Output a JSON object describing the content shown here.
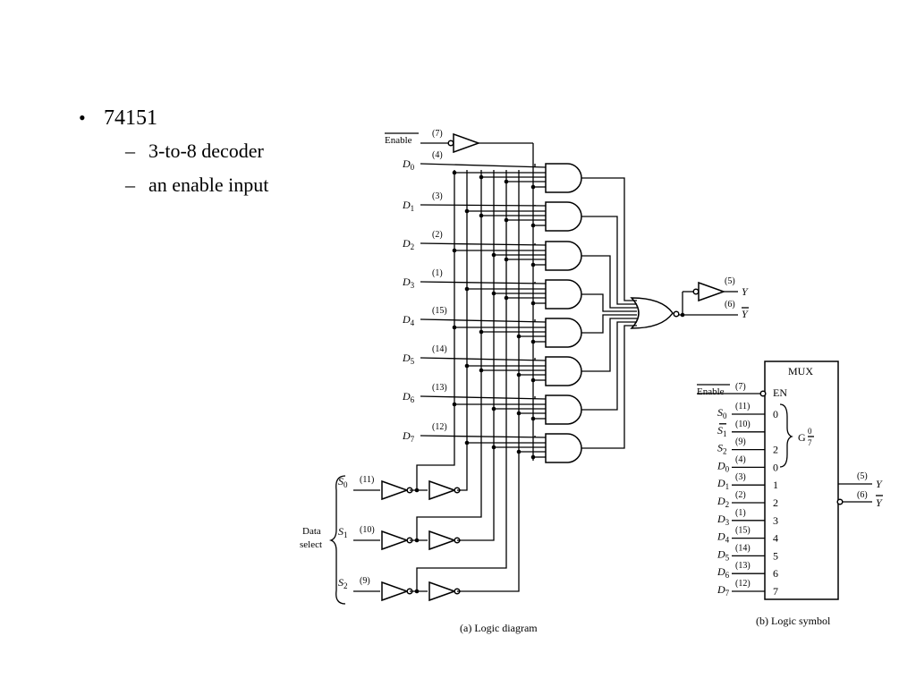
{
  "slide": {
    "title": "74151",
    "subitems": [
      "3-to-8 decoder",
      "an enable input"
    ]
  },
  "logic_diagram": {
    "enable_label": "Enable",
    "enable_pin": "(7)",
    "data_subscript_base": "D",
    "data_inputs": [
      {
        "label": "D",
        "sub": "0",
        "pin": "(4)"
      },
      {
        "label": "D",
        "sub": "1",
        "pin": "(3)"
      },
      {
        "label": "D",
        "sub": "2",
        "pin": "(2)"
      },
      {
        "label": "D",
        "sub": "3",
        "pin": "(1)"
      },
      {
        "label": "D",
        "sub": "4",
        "pin": "(15)"
      },
      {
        "label": "D",
        "sub": "5",
        "pin": "(14)"
      },
      {
        "label": "D",
        "sub": "6",
        "pin": "(13)"
      },
      {
        "label": "D",
        "sub": "7",
        "pin": "(12)"
      }
    ],
    "select_inputs": [
      {
        "label": "S",
        "sub": "0",
        "pin": "(11)"
      },
      {
        "label": "S",
        "sub": "1",
        "pin": "(10)"
      },
      {
        "label": "S",
        "sub": "2",
        "pin": "(9)"
      }
    ],
    "data_select_line1": "Data",
    "data_select_line2": "select",
    "output_y": "Y",
    "output_y_pin": "(5)",
    "output_ybar": "Y",
    "output_ybar_pin": "(6)",
    "caption": "(a) Logic diagram"
  },
  "logic_symbol": {
    "title": "MUX",
    "en_label": "EN",
    "enable_label": "Enable",
    "enable_pin": "(7)",
    "g_label": "G",
    "g_sup": "0",
    "g_sub": "7",
    "select_rows": [
      {
        "label": "S",
        "sub": "0",
        "pin": "(11)",
        "inner": "0"
      },
      {
        "label": "S",
        "sub": "1",
        "pin": "(10)",
        "inner": ""
      },
      {
        "label": "S",
        "sub": "2",
        "pin": "(9)",
        "inner": "2"
      }
    ],
    "data_rows": [
      {
        "label": "D",
        "sub": "0",
        "pin": "(4)",
        "inner": "0"
      },
      {
        "label": "D",
        "sub": "1",
        "pin": "(3)",
        "inner": "1"
      },
      {
        "label": "D",
        "sub": "2",
        "pin": "(2)",
        "inner": "2"
      },
      {
        "label": "D",
        "sub": "3",
        "pin": "(1)",
        "inner": "3"
      },
      {
        "label": "D",
        "sub": "4",
        "pin": "(15)",
        "inner": "4"
      },
      {
        "label": "D",
        "sub": "5",
        "pin": "(14)",
        "inner": "5"
      },
      {
        "label": "D",
        "sub": "6",
        "pin": "(13)",
        "inner": "6"
      },
      {
        "label": "D",
        "sub": "7",
        "pin": "(12)",
        "inner": "7"
      }
    ],
    "output_y": "Y",
    "output_y_pin": "(5)",
    "output_ybar": "Y",
    "output_ybar_pin": "(6)",
    "caption": "(b) Logic symbol"
  }
}
